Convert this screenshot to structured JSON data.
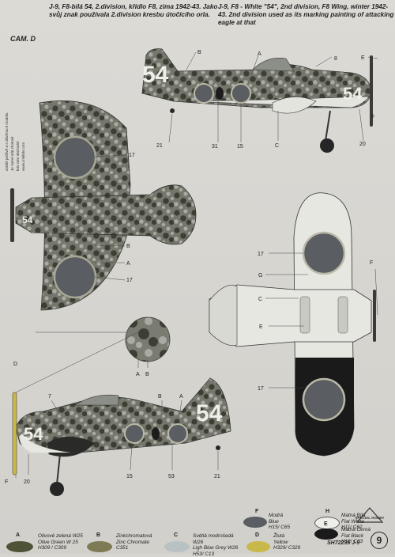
{
  "captions": {
    "czech": "J-9, F8-bílá 54, 2.division, křídlo F8, zima 1942-43. Jako svůj znak používala 2.division kresbu útočícího orla.",
    "english": "J-9, F8 - White \"54\", 2nd division, F8 Wing, winter 1942-43. 2nd division used as its marking painting of attacking eagle at that"
  },
  "cam_label": "CAM. D",
  "side_text": [
    "Zvlášť pečlivě a s důvěrou k modelu",
    "Je nutné stát zhotovit",
    "kdo vám obchodní",
    "www.cmkkits.com"
  ],
  "aircraft_number": "54",
  "callouts": {
    "A": "A",
    "B": "B",
    "C": "C",
    "D": "D",
    "E": "E",
    "F": "F",
    "G": "G",
    "n7": "7",
    "n8": "8",
    "n15": "15",
    "n17": "17",
    "n20": "20",
    "n21": "21",
    "n31": "31",
    "n53": "53"
  },
  "colors": {
    "olive_green": "#4e5236",
    "zinc_chromate": "#7d7a55",
    "light_blue_grey": "#b9c2c3",
    "yellow": "#c9b94a",
    "blue": "#5a5d61",
    "white": "#efefea",
    "black": "#1a1a1a",
    "camo_dark": "#3d3f35",
    "camo_mid": "#75776c",
    "camo_light": "#a9aba2",
    "underside": "#e7e7e2"
  },
  "legend": [
    {
      "letter": "A",
      "cz": "Olivově zelená W25",
      "en": "Olive Green W 25",
      "code": "H309 / C309"
    },
    {
      "letter": "B",
      "cz": "Zinkchromatová",
      "en": "Zinc Chromate",
      "code": "C351"
    },
    {
      "letter": "C",
      "cz": "Světlá modrošedá W26",
      "en": "Ligh Blue Grey W26",
      "code": "H53/ C13"
    },
    {
      "letter": "D",
      "cz": "Žlutá",
      "en": "Yellow",
      "code": "H329/ C329"
    },
    {
      "letter": "E",
      "cz": "Matná Černá",
      "en": "Flat Black",
      "code": "H12/ C33"
    },
    {
      "letter": "F",
      "cz": "Modrá",
      "en": "Blue",
      "code": "H15/ C65"
    },
    {
      "letter": "H",
      "cz": "Matná Bílá",
      "en": "Flat White",
      "code": "H11/ C62"
    }
  ],
  "code": "SH72235",
  "logo_text": "SPECIAL HOBBY",
  "page_number": "9",
  "page_mark": "J-9"
}
